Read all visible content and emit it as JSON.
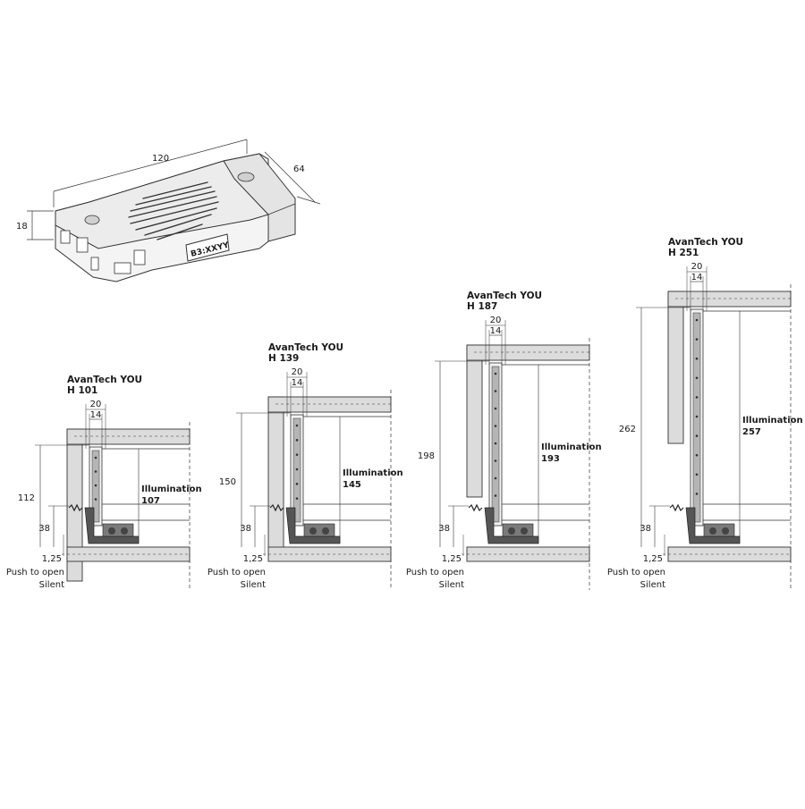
{
  "module": {
    "length": "120",
    "depth": "64",
    "height": "18",
    "label": "B3:XXYY"
  },
  "drawers": [
    {
      "title": "AvanTech YOU",
      "h": "H 101",
      "width_outer": "20",
      "width_inner": "14",
      "height": "112",
      "illum_label": "Illumination",
      "illum_value": "107",
      "base": "38",
      "gap": "1,25"
    },
    {
      "title": "AvanTech YOU",
      "h": "H 139",
      "width_outer": "20",
      "width_inner": "14",
      "height": "150",
      "illum_label": "Illumination",
      "illum_value": "145",
      "base": "38",
      "gap": "1,25"
    },
    {
      "title": "AvanTech YOU",
      "h": "H 187",
      "width_outer": "20",
      "width_inner": "14",
      "height": "198",
      "illum_label": "Illumination",
      "illum_value": "193",
      "base": "38",
      "gap": "1,25"
    },
    {
      "title": "AvanTech YOU",
      "h": "H 251",
      "width_outer": "20",
      "width_inner": "14",
      "height": "262",
      "illum_label": "Illumination",
      "illum_value": "257",
      "base": "38",
      "gap": "1,25"
    }
  ],
  "notes": {
    "push": "Push to open",
    "silent": "Silent"
  },
  "colors": {
    "panel_fill": "#dcdcdc",
    "line": "#333333",
    "rail": "#b5b5b5"
  }
}
